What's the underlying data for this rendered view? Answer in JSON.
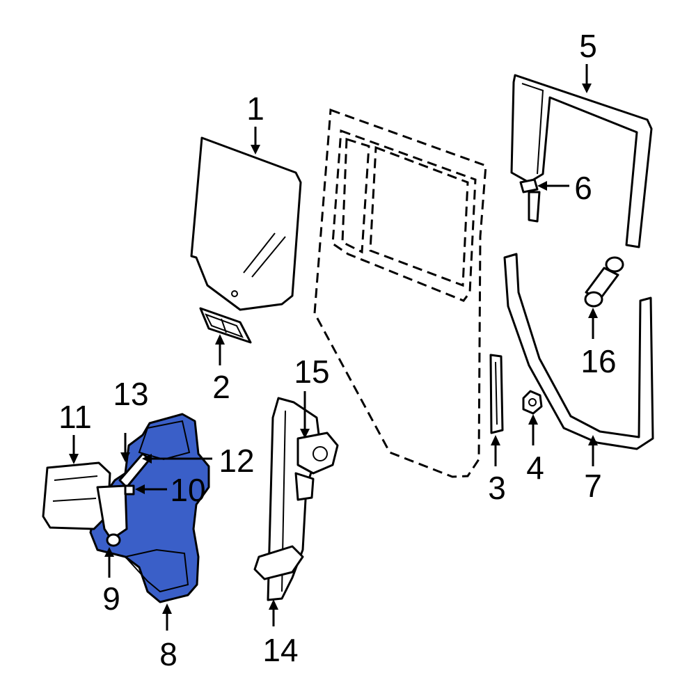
{
  "diagram": {
    "highlight_color": "#3a5fc8",
    "line_color": "#000000",
    "background": "#ffffff",
    "callouts": [
      {
        "id": "c1",
        "label": "1"
      },
      {
        "id": "c2",
        "label": "2"
      },
      {
        "id": "c3",
        "label": "3"
      },
      {
        "id": "c4",
        "label": "4"
      },
      {
        "id": "c5",
        "label": "5"
      },
      {
        "id": "c6",
        "label": "6"
      },
      {
        "id": "c7",
        "label": "7"
      },
      {
        "id": "c8",
        "label": "8"
      },
      {
        "id": "c9",
        "label": "9"
      },
      {
        "id": "c10",
        "label": "10"
      },
      {
        "id": "c11",
        "label": "11"
      },
      {
        "id": "c12",
        "label": "12"
      },
      {
        "id": "c13",
        "label": "13"
      },
      {
        "id": "c14",
        "label": "14"
      },
      {
        "id": "c15",
        "label": "15"
      },
      {
        "id": "c16",
        "label": "16"
      }
    ]
  }
}
